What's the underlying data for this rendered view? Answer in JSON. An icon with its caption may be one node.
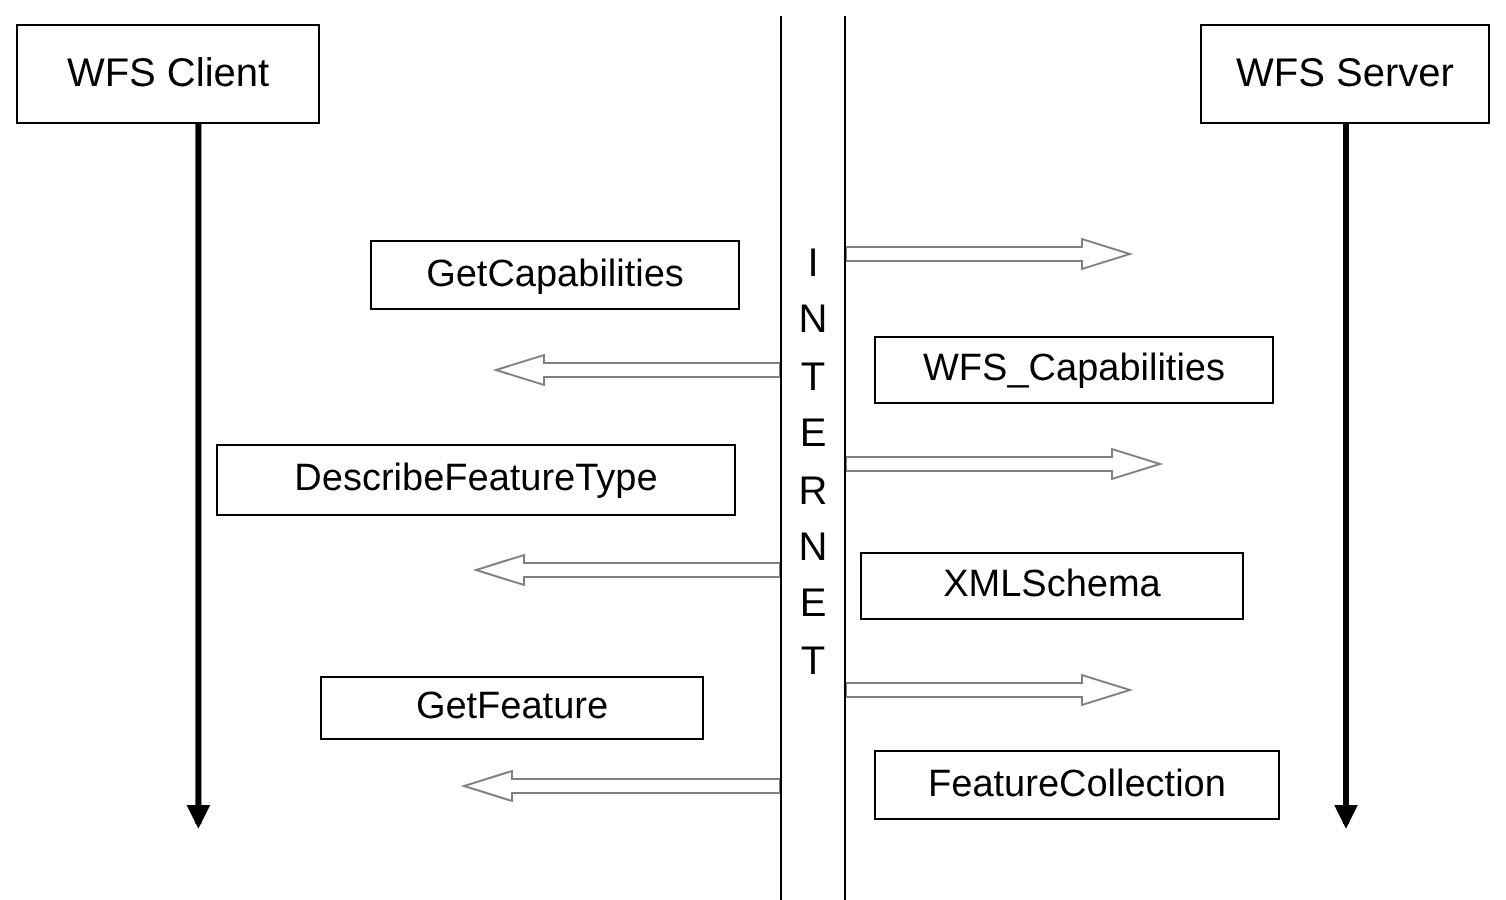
{
  "diagram": {
    "nodes": [
      {
        "text": [
          "WFS Client"
        ]
      },
      {
        "text": [
          "WFS Server"
        ]
      },
      {
        "text": [
          "INTERNET"
        ]
      },
      {
        "text": [
          "GetCapabilities"
        ]
      },
      {
        "text": [
          "WFS_Capabilities"
        ]
      },
      {
        "text": [
          "DescribeFeatureType"
        ]
      },
      {
        "text": [
          "XMLSchema"
        ]
      },
      {
        "text": [
          "GetFeature"
        ]
      },
      {
        "text": [
          "FeatureCollection"
        ]
      }
    ],
    "edges": [
      {
        "from": 0,
        "to": null,
        "arrow": "to",
        "color": "#000000"
      },
      {
        "from": 1,
        "to": null,
        "arrow": "to",
        "color": "#000000"
      },
      {
        "from": 2,
        "to": null,
        "arrow": "to"
      },
      {
        "from": 2,
        "to": null,
        "arrow": "to"
      },
      {
        "from": 2,
        "to": null,
        "arrow": "to"
      },
      {
        "from": 2,
        "to": null,
        "arrow": "to"
      },
      {
        "from": 2,
        "to": null,
        "arrow": "to"
      },
      {
        "from": 2,
        "to": null,
        "arrow": "to"
      }
    ]
  }
}
